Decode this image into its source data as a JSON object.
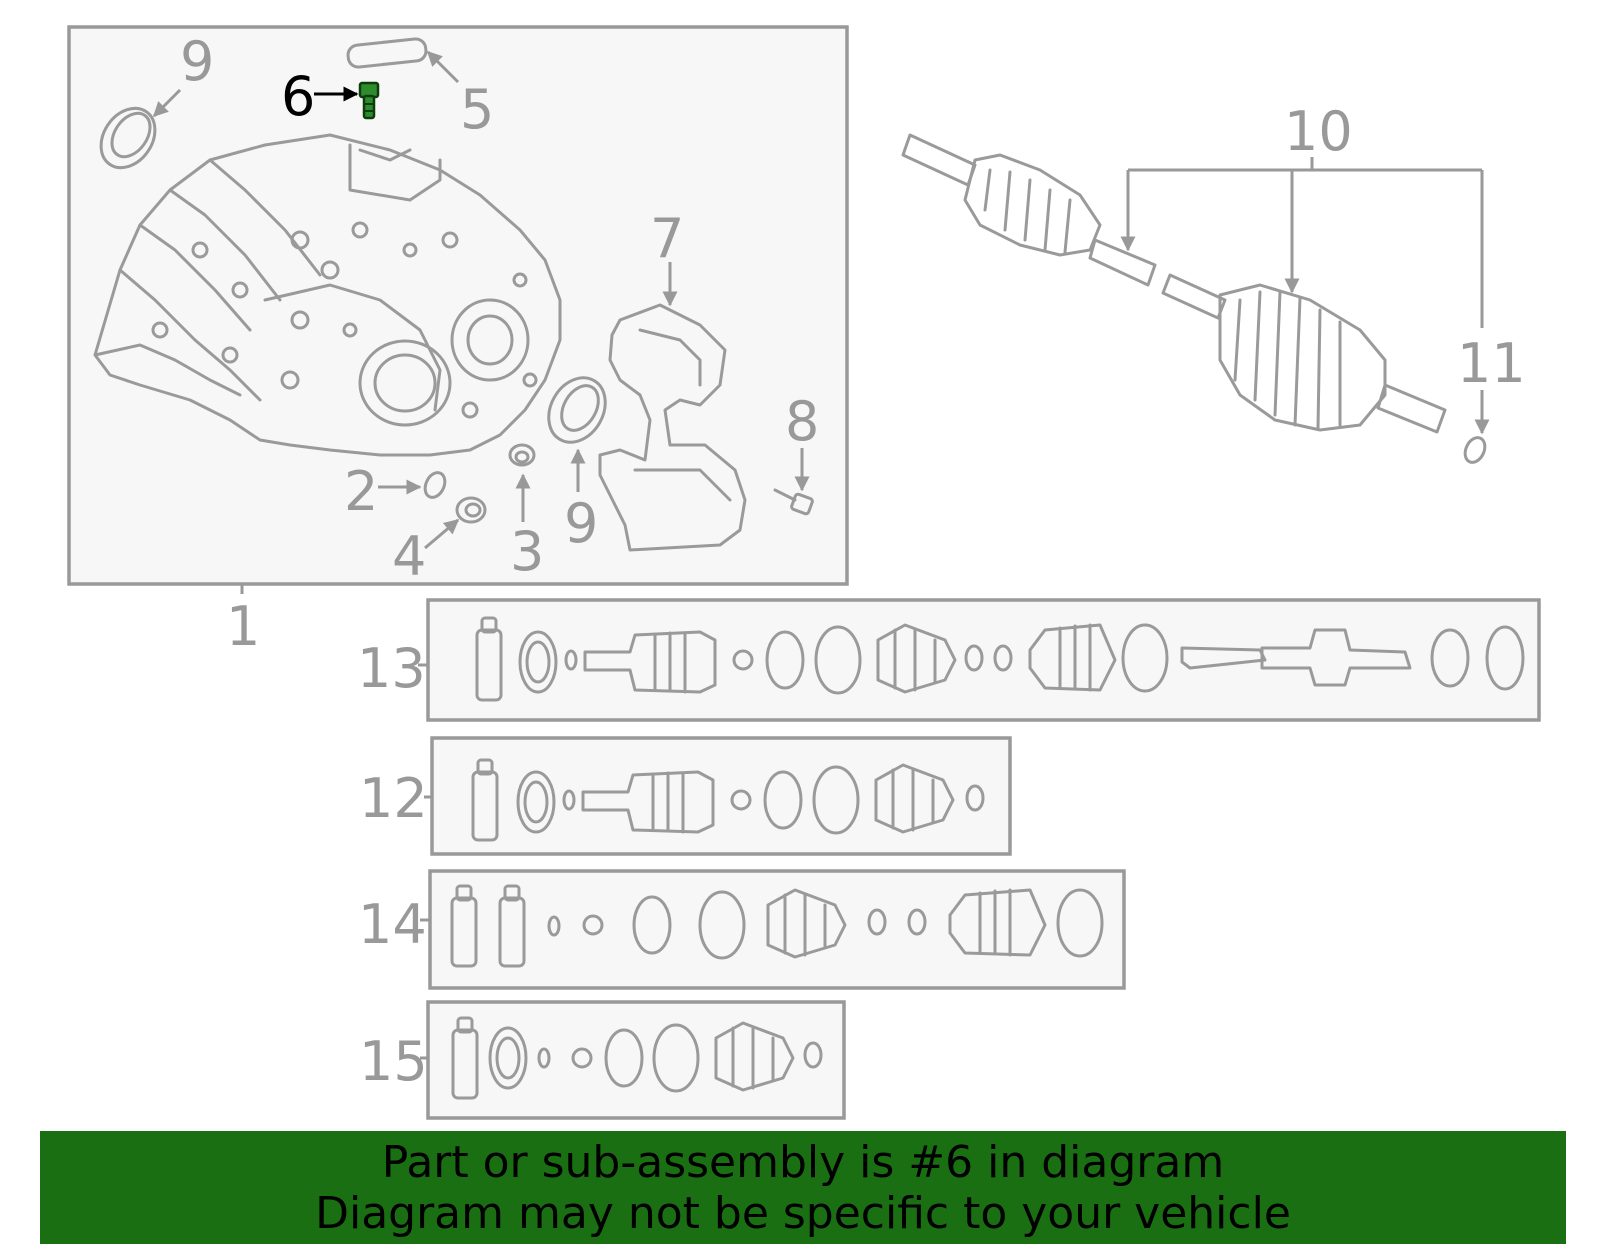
{
  "callouts": {
    "c1": "1",
    "c2": "2",
    "c3": "3",
    "c4": "4",
    "c5": "5",
    "c6": "6",
    "c7": "7",
    "c8": "8",
    "c9a": "9",
    "c9b": "9",
    "c10": "10",
    "c11": "11",
    "c12": "12",
    "c13": "13",
    "c14": "14",
    "c15": "15"
  },
  "highlighted_part": "6",
  "colors": {
    "highlight": "#2e8b2e",
    "banner": "#1a6f12",
    "line": "#999999"
  },
  "banner": {
    "line1": "Part or sub-assembly is #6 in diagram",
    "line2": "Diagram may not be specific to your vehicle"
  }
}
